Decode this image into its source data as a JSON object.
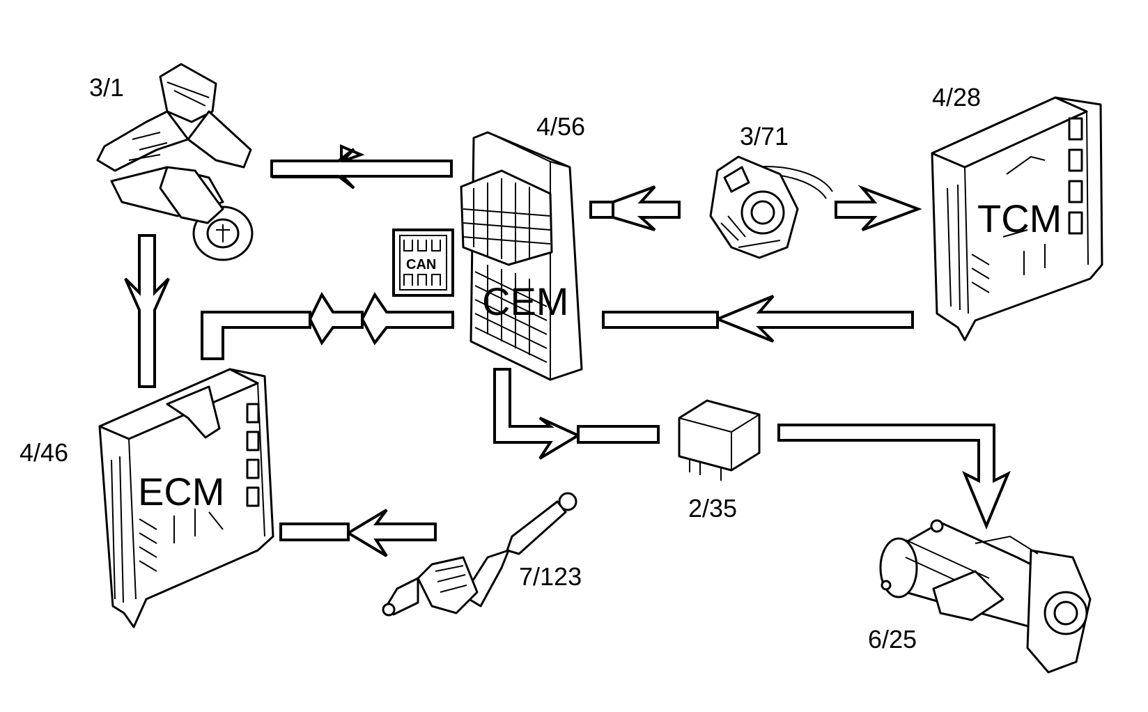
{
  "components": {
    "ignition_switch": {
      "label": "3/1"
    },
    "cem": {
      "code": "4/56",
      "name": "CEM"
    },
    "gear_sensor": {
      "label": "3/71"
    },
    "tcm": {
      "code": "4/28",
      "name": "TCM"
    },
    "ecm": {
      "code": "4/46",
      "name": "ECM"
    },
    "relay": {
      "label": "2/35"
    },
    "immobilizer": {
      "label": "7/123"
    },
    "starter": {
      "label": "6/25"
    }
  },
  "can_bus": {
    "label": "CAN"
  }
}
